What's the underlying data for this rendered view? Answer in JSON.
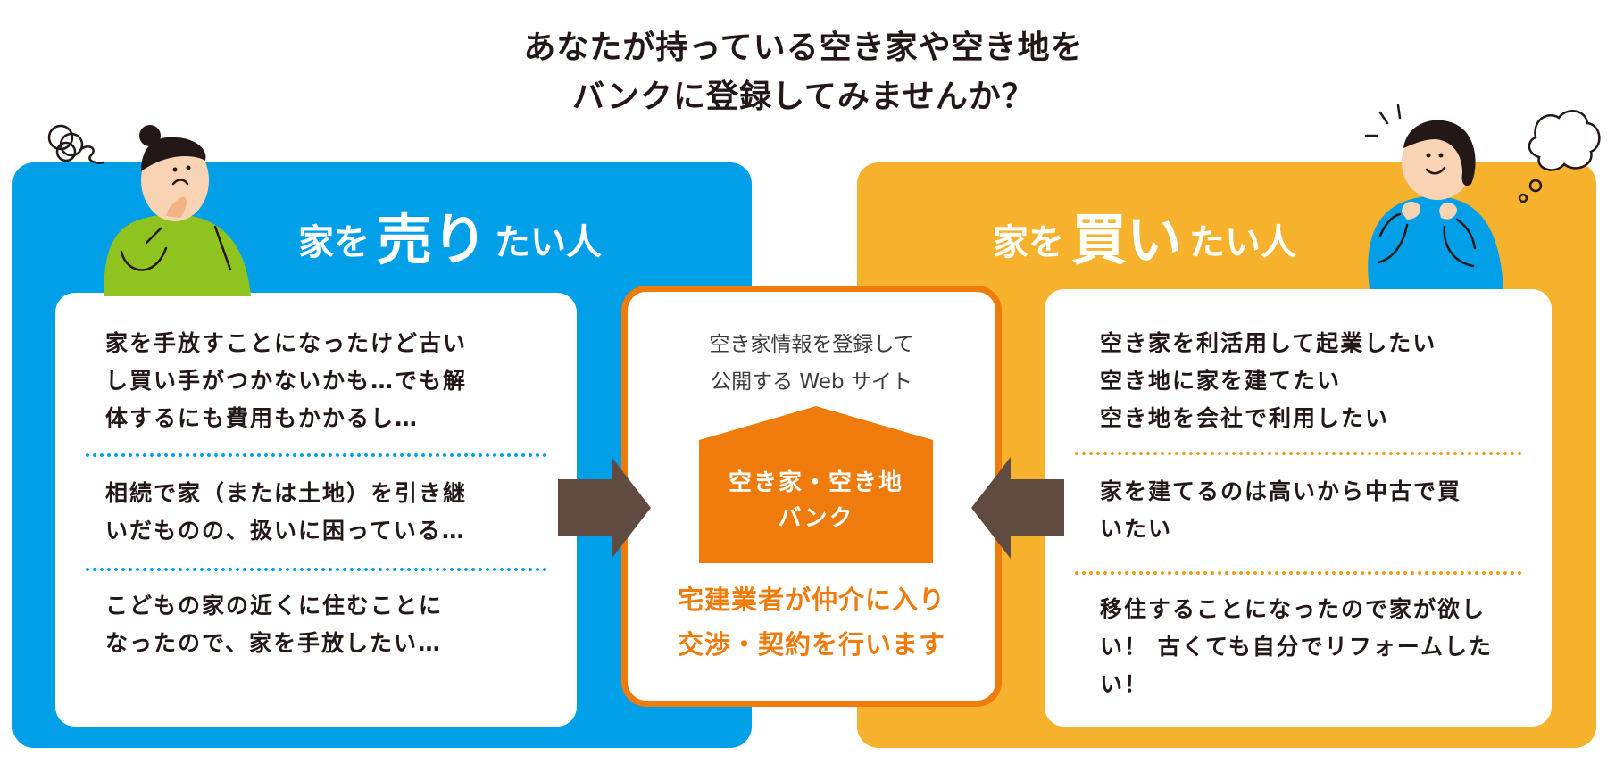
{
  "headline": {
    "line1": "あなたが持っている空き家や空き地を",
    "line2": "バンクに登録してみませんか？"
  },
  "colors": {
    "seller_panel": "#009fe8",
    "buyer_panel": "#f6b22c",
    "bank_orange": "#ee7b0b",
    "arrow_brown": "#5f4b3f",
    "text_dark": "#231815"
  },
  "seller": {
    "title_prefix": "家を",
    "title_emphasis": "売り",
    "title_suffix": "たい人",
    "character_icon": "thinking-person-icon",
    "items": [
      {
        "text": "家を手放すことになったけど古い\nし買い手がつかないかも…でも解\n体するにも費用もかかるし…"
      },
      {
        "text": "相続で家（または土地）を引き継\nいだものの、扱いに困っている…"
      },
      {
        "text": "こどもの家の近くに住むことに\nなったので、家を手放したい…"
      }
    ]
  },
  "buyer": {
    "title_prefix": "家を",
    "title_emphasis": "買い",
    "title_suffix": "たい人",
    "character_icon": "happy-person-icon",
    "items": [
      {
        "text": "空き家を利活用して起業したい\n空き地に家を建てたい\n空き地を会社で利用したい"
      },
      {
        "text": "家を建てるのは高いから中古で買\nいたい"
      },
      {
        "text": "移住することになったので家が欲し\nい！ 古くても自分でリフォームしたい！"
      }
    ]
  },
  "bank": {
    "subtitle": "空き家情報を登録して\n公開する Web サイト",
    "house_label": "空き家・空き地\nバンク",
    "note": "宅建業者が仲介に入り\n交渉・契約を行います",
    "house_icon": "house-icon",
    "arrow_from_seller": "arrow-right-icon",
    "arrow_from_buyer": "arrow-left-icon"
  }
}
